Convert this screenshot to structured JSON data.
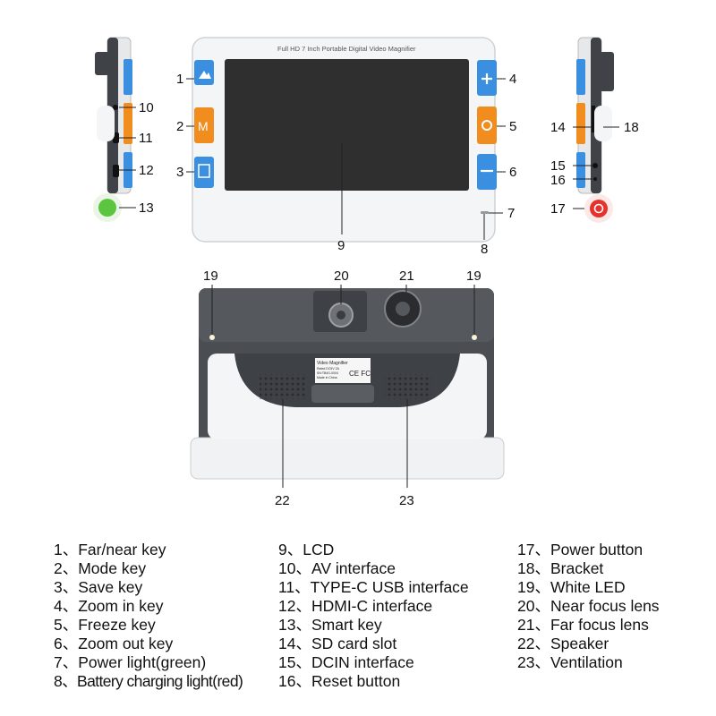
{
  "device_label": "Full HD 7 Inch Portable Digital Video Magnifier",
  "back_label": {
    "line1": "Video Magnifier",
    "line2": "Rated DC5V 2A",
    "line3": "SN:TB4G-0004",
    "line4": "Made in China",
    "cert": "CE FC"
  },
  "callouts": [
    "1",
    "2",
    "3",
    "4",
    "5",
    "6",
    "7",
    "8",
    "9",
    "10",
    "11",
    "12",
    "13",
    "14",
    "15",
    "16",
    "17",
    "18",
    "19",
    "19",
    "20",
    "21",
    "22",
    "23"
  ],
  "legend": {
    "col1": [
      "1、Far/near key",
      "2、Mode key",
      "3、Save key",
      "4、Zoom in key",
      "5、Freeze key",
      "6、Zoom out key",
      "7、Power light(green)",
      "8、Battery charging light(red)"
    ],
    "col2": [
      "9、LCD",
      "10、AV interface",
      "11、TYPE-C USB interface",
      "12、HDMI-C  interface",
      "13、Smart key",
      "14、SD  card slot",
      "15、DCIN  interface",
      "16、Reset button"
    ],
    "col3": [
      "17、Power button",
      "18、Bracket",
      "19、White LED",
      "20、Near focus lens",
      "21、Far focus lens",
      "22、Speaker",
      "23、Ventilation"
    ]
  },
  "colors": {
    "blue_key": "#3a8fe0",
    "orange_key": "#f18d1f",
    "green_key": "#5cc540",
    "red_key": "#e5322d",
    "screen": "#2f2f2f",
    "body_gray": "#4a4d52"
  }
}
